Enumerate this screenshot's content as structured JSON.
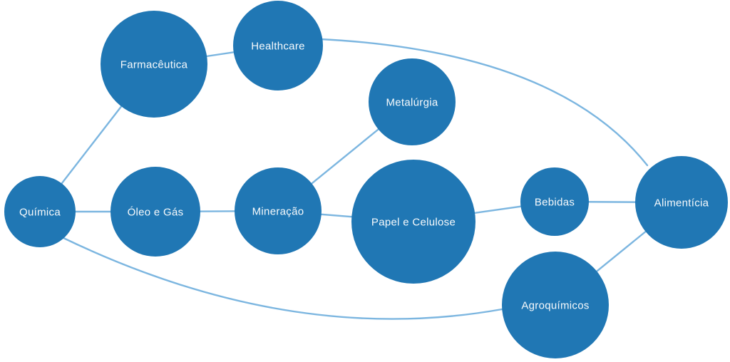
{
  "diagram": {
    "type": "network-graph",
    "background": "#ffffff"
  },
  "style": {
    "node_fill": "#2077b4",
    "edge_stroke": "#7cb6e0",
    "label_color": "#f7fafc"
  },
  "graph": {
    "nodes": [
      {
        "id": "quimica",
        "label": "Química"
      },
      {
        "id": "farmaceutica",
        "label": "Farmacêutica"
      },
      {
        "id": "healthcare",
        "label": "Healthcare"
      },
      {
        "id": "oleo-e-gas",
        "label": "Óleo e Gás"
      },
      {
        "id": "mineracao",
        "label": "Mineração"
      },
      {
        "id": "metalurgia",
        "label": "Metalúrgia"
      },
      {
        "id": "papel-e-celulose",
        "label": "Papel e Celulose"
      },
      {
        "id": "bebidas",
        "label": "Bebidas"
      },
      {
        "id": "alimenticia",
        "label": "Alimentícia"
      },
      {
        "id": "agroquimicos",
        "label": "Agroquímicos"
      }
    ],
    "edges": [
      {
        "from": "quimica",
        "to": "farmaceutica",
        "shape": "straight"
      },
      {
        "from": "quimica",
        "to": "oleo-e-gas",
        "shape": "straight"
      },
      {
        "from": "farmaceutica",
        "to": "healthcare",
        "shape": "straight"
      },
      {
        "from": "oleo-e-gas",
        "to": "mineracao",
        "shape": "straight"
      },
      {
        "from": "mineracao",
        "to": "metalurgia",
        "shape": "straight"
      },
      {
        "from": "mineracao",
        "to": "papel-e-celulose",
        "shape": "straight"
      },
      {
        "from": "papel-e-celulose",
        "to": "bebidas",
        "shape": "straight"
      },
      {
        "from": "bebidas",
        "to": "alimenticia",
        "shape": "straight"
      },
      {
        "from": "agroquimicos",
        "to": "alimenticia",
        "shape": "straight"
      },
      {
        "from": "healthcare",
        "to": "alimenticia",
        "shape": "curved"
      },
      {
        "from": "quimica",
        "to": "agroquimicos",
        "shape": "curved"
      }
    ]
  }
}
